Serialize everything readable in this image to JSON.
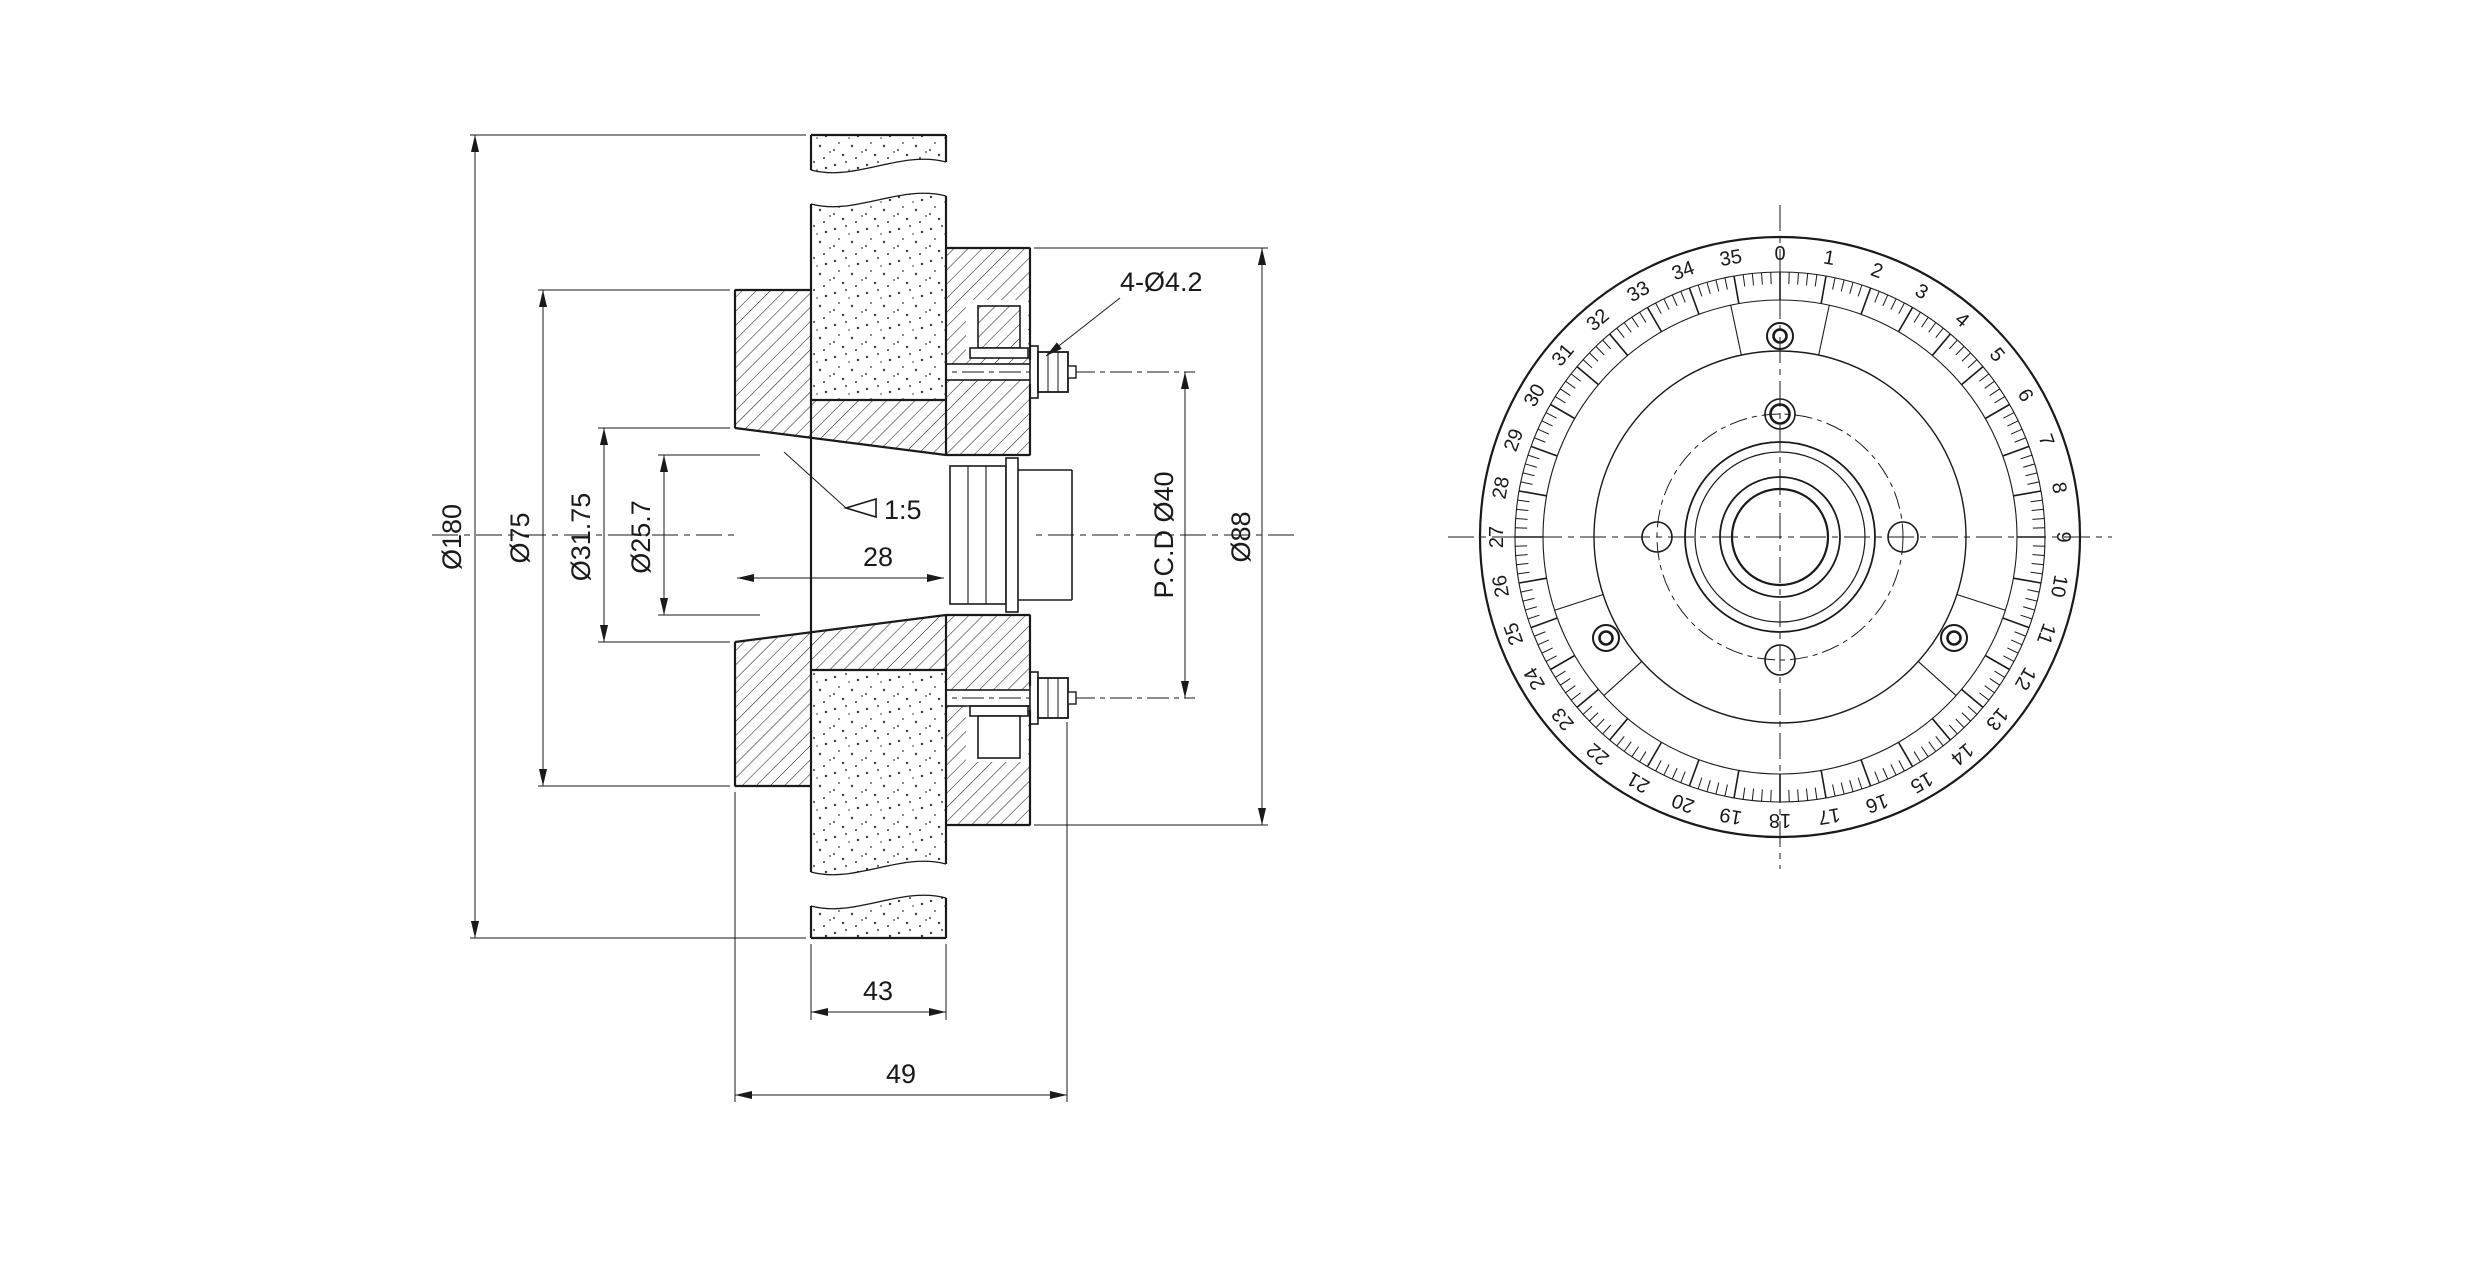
{
  "title": "Grinding wheel hub sectional drawing with graduated dial",
  "section_view": {
    "dim_wheel_od": "Ø180",
    "dim_flange_od": "Ø75",
    "dim_taper_large": "Ø31.75",
    "dim_taper_small": "Ø25.7",
    "dim_taper_len": "28",
    "taper_ratio": "1:5",
    "dim_holes": "4-Ø4.2",
    "dim_pcd": "P.C.D Ø40",
    "dim_body_od": "Ø88",
    "dim_wheel_width": "43",
    "dim_overall_len": "49"
  },
  "dial_view": {
    "numbers": [
      "0",
      "1",
      "2",
      "3",
      "4",
      "5",
      "6",
      "7",
      "8",
      "9",
      "10",
      "11",
      "12",
      "13",
      "14",
      "15",
      "16",
      "17",
      "18",
      "19",
      "20",
      "21",
      "22",
      "23",
      "24",
      "25",
      "26",
      "27",
      "28",
      "29",
      "30",
      "31",
      "32",
      "33",
      "34",
      "35"
    ],
    "major_divisions": 36,
    "minor_per_major": 5
  },
  "colors": {
    "line": "#1a1a1a",
    "background": "#ffffff"
  }
}
